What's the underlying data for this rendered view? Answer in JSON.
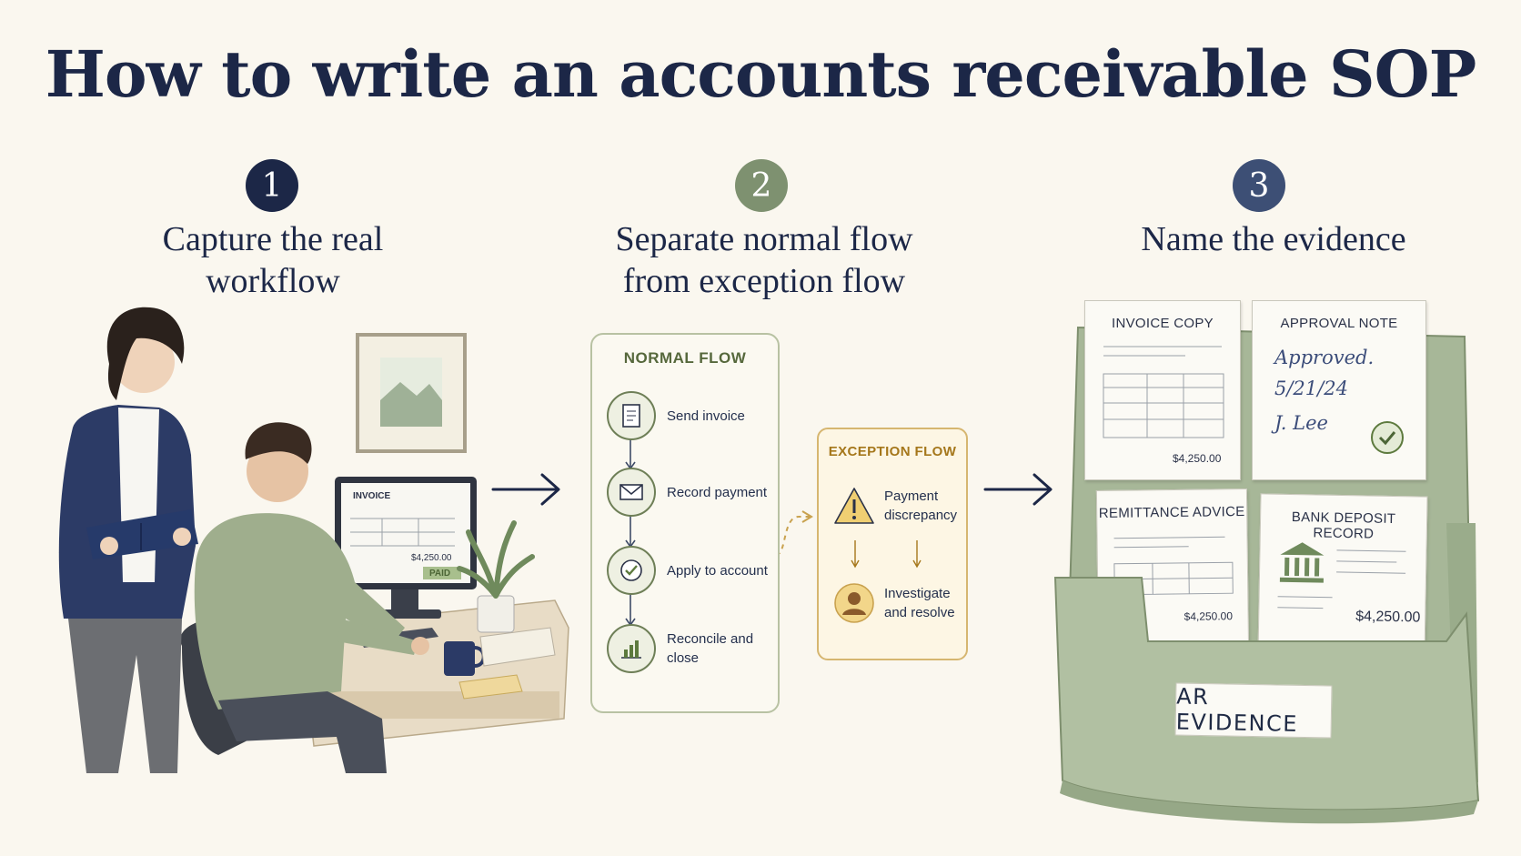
{
  "title": "How to write an accounts receivable SOP",
  "colors": {
    "navy": "#1c2747",
    "sage": "#7e9170",
    "slate": "#3d4f75",
    "gold": "#d6b670"
  },
  "steps": [
    {
      "number": "1",
      "title_lines": [
        "Capture the real",
        "workflow"
      ]
    },
    {
      "number": "2",
      "title_lines": [
        "Separate normal flow",
        "from exception flow"
      ]
    },
    {
      "number": "3",
      "title_lines": [
        "Name the evidence"
      ]
    }
  ],
  "monitor": {
    "heading": "INVOICE",
    "amount": "$4,250.00",
    "stamp": "PAID"
  },
  "normal_flow": {
    "heading": "NORMAL FLOW",
    "items": [
      {
        "label": "Send invoice",
        "icon": "document-icon"
      },
      {
        "label": "Record payment",
        "icon": "envelope-icon"
      },
      {
        "label": "Apply to account",
        "icon": "check-circle-icon"
      },
      {
        "label": "Reconcile and close",
        "icon": "bar-chart-icon"
      }
    ]
  },
  "exception_flow": {
    "heading": "EXCEPTION FLOW",
    "items": [
      {
        "label": "Payment discrepancy",
        "icon": "warning-icon"
      },
      {
        "label": "Investigate and resolve",
        "icon": "person-icon"
      }
    ]
  },
  "evidence": {
    "documents": [
      {
        "title": "INVOICE COPY",
        "amount": "$4,250.00"
      },
      {
        "title": "APPROVAL NOTE",
        "note_lines": [
          "Approved.",
          "5/21/24",
          "J. Lee"
        ]
      },
      {
        "title": "REMITTANCE ADVICE",
        "amount": "$4,250.00"
      },
      {
        "title": "BANK DEPOSIT RECORD",
        "amount": "$4,250.00"
      }
    ],
    "folder_label": "AR EVIDENCE"
  }
}
